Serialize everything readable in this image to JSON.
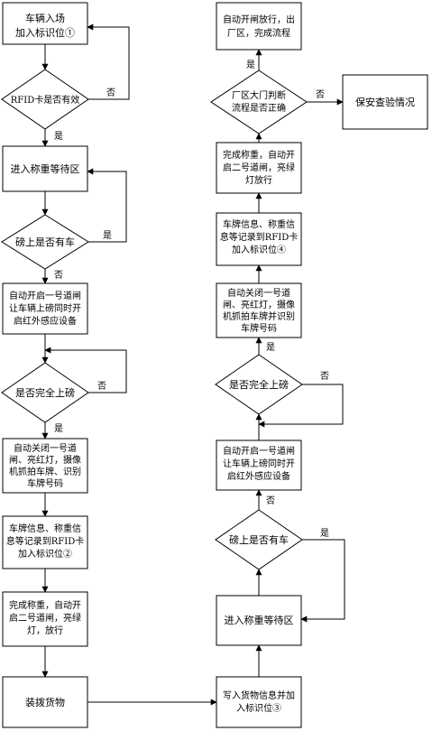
{
  "left": {
    "b1": [
      "车辆入场",
      "加入标识位①"
    ],
    "d1": "RFID卡是否有效",
    "d1_no": "否",
    "d1_yes": "是",
    "b2": "进入称重等待区",
    "d2": "磅上是否有车",
    "d2_yes": "是",
    "d2_no": "否",
    "b3": [
      "自动开启一号道闸",
      "让车辆上磅同时开",
      "启红外感应设备"
    ],
    "d3": "是否完全上磅",
    "d3_no": "否",
    "d3_yes": "是",
    "b4": [
      "自动关闭一号道",
      "闸、亮红灯，摄像",
      "机抓拍车牌、识别",
      "车牌号码"
    ],
    "b5": [
      "车牌信息、称重信",
      "息等记录到RFID卡",
      "加入标识位②"
    ],
    "b6": [
      "完成称重，自动开",
      "启二号道闸，亮绿",
      "灯，放行"
    ],
    "b7": "装拨货物"
  },
  "right": {
    "r8": [
      "写入货物信息并加",
      "入标识位③"
    ],
    "r7": "进入称重等待区",
    "rd1": "磅上是否有车",
    "rd1_yes": "是",
    "rd1_no": "否",
    "r6": [
      "自动开启一号道闸",
      "让车辆上磅同时开",
      "启红外感应设备"
    ],
    "rd2": "是否完全上磅",
    "rd2_no": "否",
    "rd2_yes": "是",
    "r5": [
      "自动关闭一号道",
      "闸、亮红灯，摄像",
      "机抓拍车牌并识别",
      "车牌号码"
    ],
    "r4": [
      "车牌信息、称重信",
      "息等记录到RFID卡",
      "加入标识位④"
    ],
    "r3": [
      "完成称重，自动开",
      "启二号道闸，亮绿",
      "灯放行"
    ],
    "rd3": [
      "厂区大门判断",
      "流程是否正确"
    ],
    "rd3_no": "否",
    "rd3_yes": "是",
    "r2": [
      "自动开闸放行，出",
      "厂区，完成流程"
    ],
    "r1": "保安查验情况"
  }
}
